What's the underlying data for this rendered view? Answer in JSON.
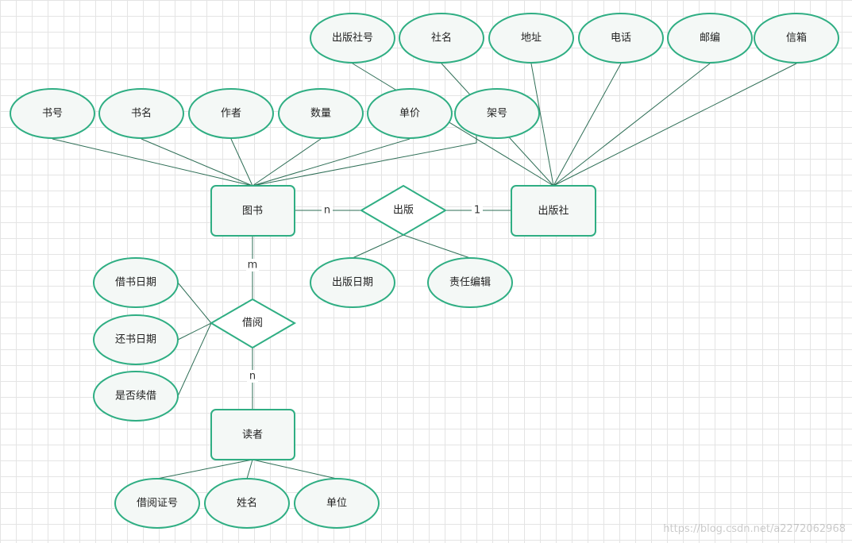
{
  "colors": {
    "stroke": "#2fae83",
    "edge": "#2e6e56",
    "fill": "#f4f8f6"
  },
  "entities": {
    "book": "图书",
    "publisher": "出版社",
    "reader": "读者"
  },
  "relationships": {
    "publish": "出版",
    "borrow": "借阅"
  },
  "cardinalities": {
    "book_publish": "n",
    "publish_publisher": "1",
    "book_borrow": "m",
    "borrow_reader": "n"
  },
  "attributes": {
    "book": [
      "书号",
      "书名",
      "作者",
      "数量",
      "单价",
      "架号"
    ],
    "publisher": [
      "出版社号",
      "社名",
      "地址",
      "电话",
      "邮编",
      "信箱"
    ],
    "publish": [
      "出版日期",
      "责任编辑"
    ],
    "borrow": [
      "借书日期",
      "还书日期",
      "是否续借"
    ],
    "reader": [
      "借阅证号",
      "姓名",
      "单位"
    ]
  },
  "watermark": "https://blog.csdn.net/a2272062968"
}
